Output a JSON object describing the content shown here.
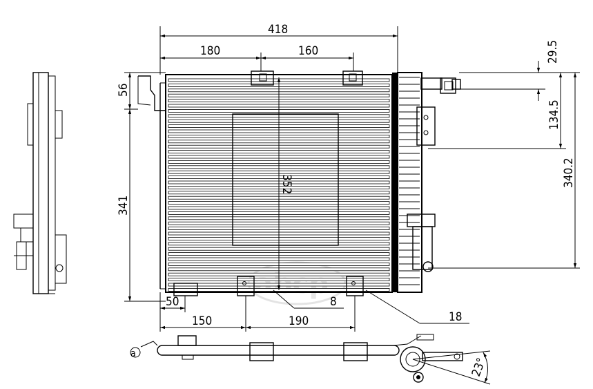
{
  "drawing": {
    "dimensions": {
      "overall_width": "418",
      "upper_left": "180",
      "upper_right": "160",
      "top_offset": "29.5",
      "left_top": "56",
      "center_height": "352",
      "left_height": "341",
      "right_mid": "134.5",
      "right_height": "340.2",
      "bottom_small": "50",
      "bottom_left": "150",
      "bottom_right": "190",
      "callout_8": "8",
      "callout_18": "18",
      "angle": "23°"
    },
    "watermark": "abcp",
    "marker": "a"
  }
}
